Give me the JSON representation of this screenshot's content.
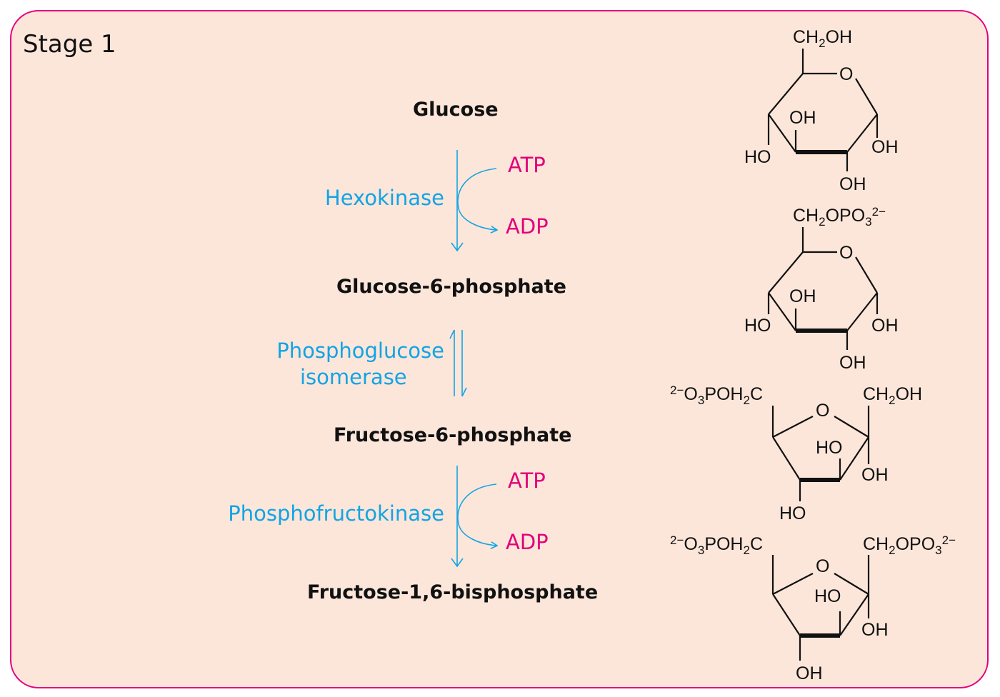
{
  "stage": "Stage 1",
  "metabolites": {
    "glucose": "Glucose",
    "g6p": "Glucose-6-phosphate",
    "f6p": "Fructose-6-phosphate",
    "f16bp": "Fructose-1,6-bisphosphate"
  },
  "enzymes": {
    "hexokinase": "Hexokinase",
    "pgi_line1": "Phosphoglucose",
    "pgi_line2": "isomerase",
    "pfk": "Phosphofructokinase"
  },
  "cofactors": {
    "atp": "ATP",
    "adp": "ADP"
  },
  "structures": {
    "oh": "OH",
    "ho": "HO",
    "o": "O",
    "ch2oh": "CH2OH",
    "ch2opo3": "CH2OPO3 2−",
    "o3poh2c": "2− O3POH2C"
  },
  "colors": {
    "border": "#e5007e",
    "panel_bg": "#fce6da",
    "enzyme": "#12a4e4",
    "cofactor": "#e2007a"
  }
}
